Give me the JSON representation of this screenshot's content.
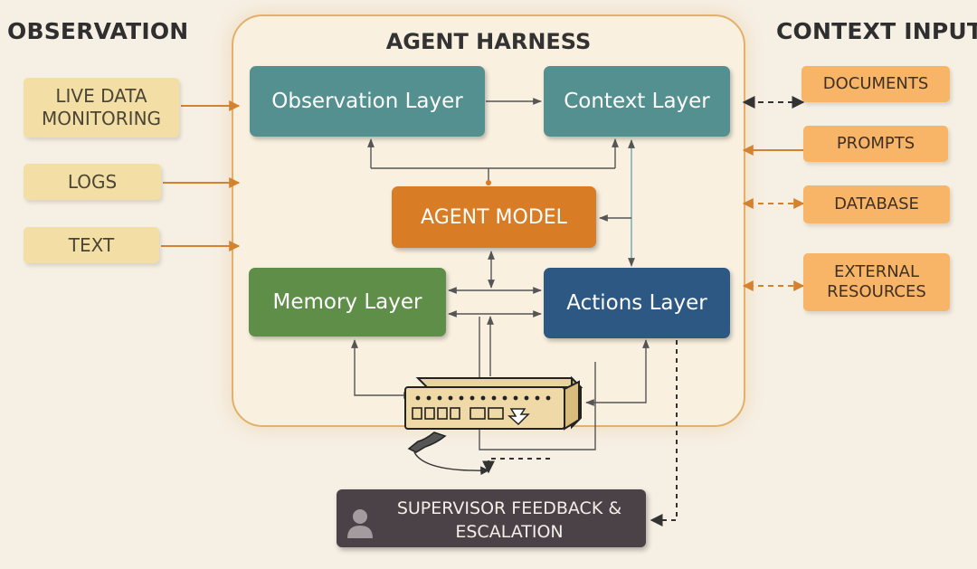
{
  "sections": {
    "observation": "OBSERVATION",
    "context_input": "CONTEXT INPUT"
  },
  "harness": {
    "title": "AGENT HARNESS",
    "observation_layer": "Observation Layer",
    "context_layer": "Context Layer",
    "agent_model": "AGENT MODEL",
    "memory_layer": "Memory Layer",
    "actions_layer": "Actions Layer"
  },
  "observation_inputs": [
    {
      "line1": "LIVE DATA",
      "line2": "MONITORING"
    },
    {
      "line1": "LOGS"
    },
    {
      "line1": "TEXT"
    }
  ],
  "context_inputs": [
    {
      "line1": "DOCUMENTS",
      "link": "dashed"
    },
    {
      "line1": "PROMPTS",
      "link": "solid"
    },
    {
      "line1": "DATABASE",
      "link": "dashed"
    },
    {
      "line1": "EXTERNAL",
      "line2": "RESOURCES",
      "link": "dashed"
    }
  ],
  "supervisor": {
    "line1": "SUPERVISOR FEEDBACK &",
    "line2": "ESCALATION",
    "icon": "person-icon"
  },
  "device": {
    "icon": "server-device-icon"
  },
  "colors": {
    "teal": "#54908f",
    "orange": "#d97c26",
    "green": "#5f8e49",
    "blue": "#2d5883",
    "tag_left": "#f3dfa6",
    "tag_right": "#f8b568",
    "arrow_orange": "#d4822e",
    "connector": "#555555"
  }
}
